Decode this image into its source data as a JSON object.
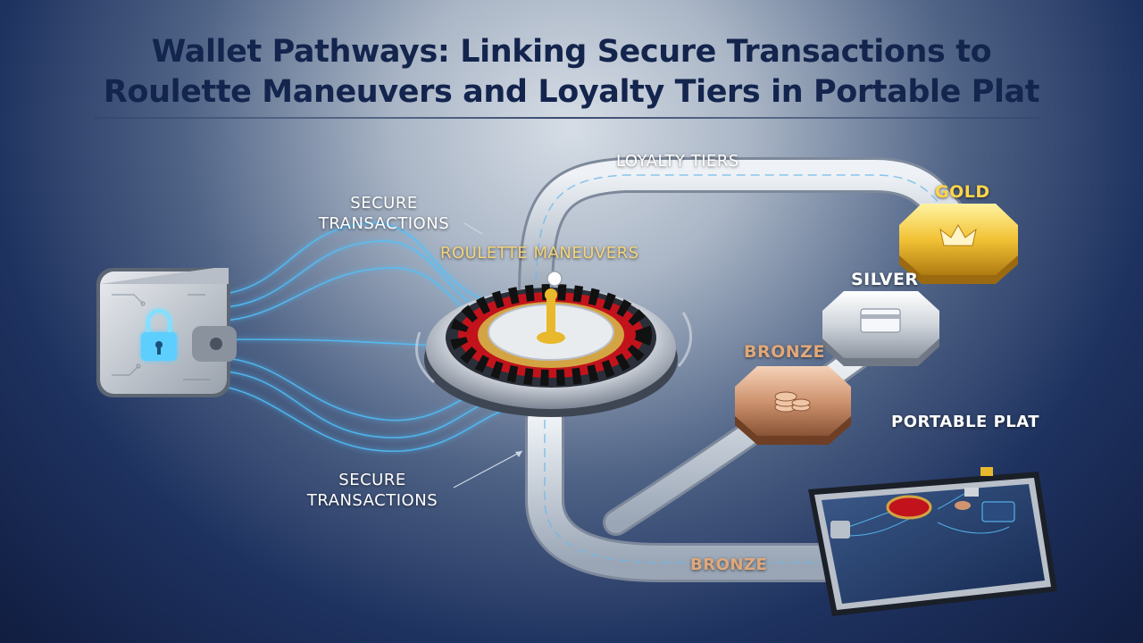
{
  "header": {
    "title_line1": "Wallet Pathways: Linking Secure Transactions to",
    "title_line2": "Roulette Maneuvers and Loyalty Tiers in Portable Plat"
  },
  "labels": {
    "secure_transactions_top_line1": "SECURE",
    "secure_transactions_top_line2": "TRANSACTIONS",
    "secure_transactions_bottom_line1": "SECURE",
    "secure_transactions_bottom_line2": "TRANSACTIONS",
    "roulette_maneuvers": "ROULETTE MANEUVERS",
    "loyalty_tiers": "LOYALTY TIERS",
    "portable_plat": "PORTABLE PLAT",
    "bronze_path": "BRONZE"
  },
  "tiers": [
    {
      "name": "GOLD",
      "icon": "crown-icon",
      "color": "#e8b92c"
    },
    {
      "name": "SILVER",
      "icon": "card-icon",
      "color": "#c8ccd4"
    },
    {
      "name": "BRONZE",
      "icon": "coins-icon",
      "color": "#c98d67"
    }
  ],
  "colors": {
    "title": "#13244d",
    "flow_glow": "#4fc3ff",
    "roulette_red": "#c2131c",
    "gold": "#e8b92c"
  }
}
